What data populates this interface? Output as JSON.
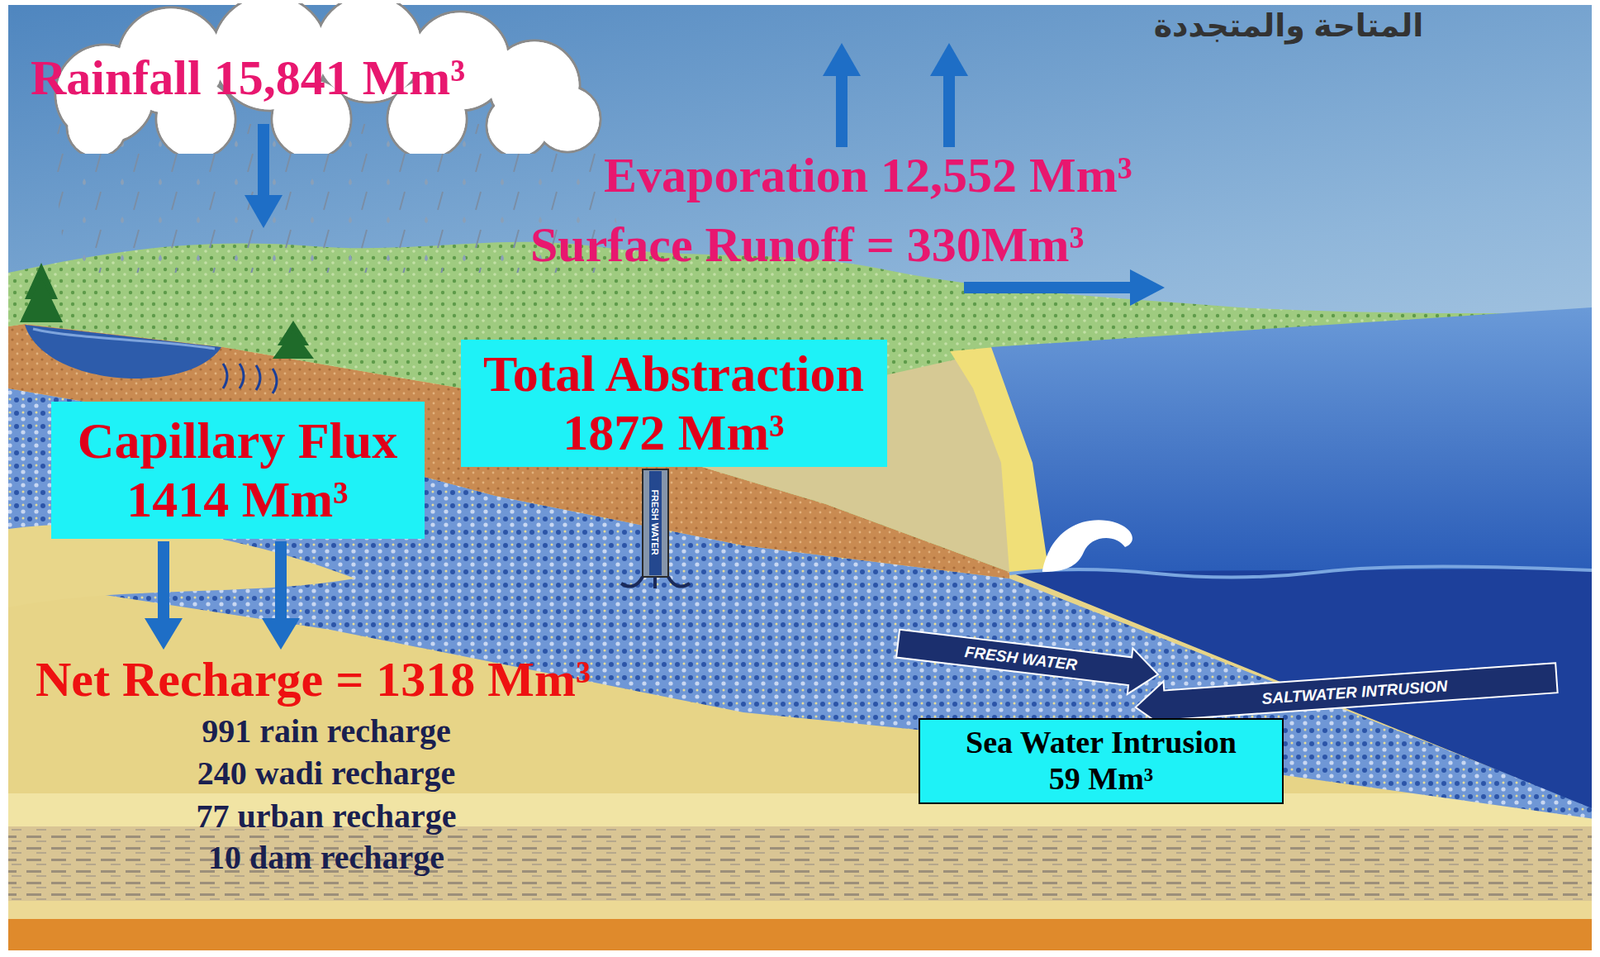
{
  "diagram": {
    "nodes": [
      {
        "text": [
          "Rainfall 15,841 Mm³"
        ]
      },
      {
        "text": [
          "Total Abstraction 1872 Mm³"
        ]
      },
      {
        "text": [
          "Capillary Flux 1414 Mm³"
        ]
      },
      {
        "text": [
          "Sea Water Intrusion 59 Mm³"
        ]
      }
    ],
    "labels": [
      "المتاحة والمتجددة",
      "Evaporation 12,552 Mm³",
      "Surface Runoff = 330Mm³",
      "FRESH WATER",
      "Net Recharge = 1318 Mm³",
      "991 rain recharge",
      "240 wadi recharge",
      "77 urban recharge",
      "10 dam recharge",
      "FRESH WATER",
      "SALTWATER INTRUSION"
    ]
  }
}
